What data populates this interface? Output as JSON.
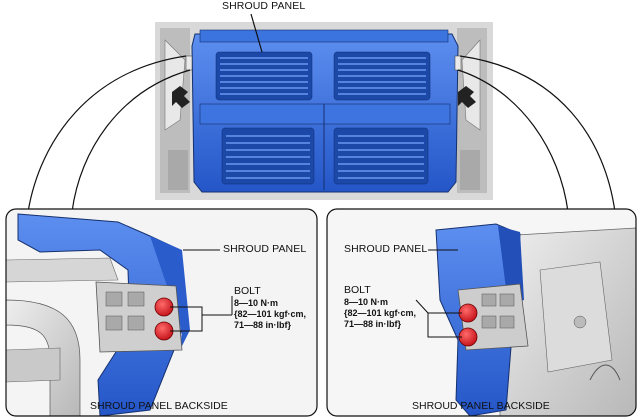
{
  "labels": {
    "top_shroud": "SHROUD PANEL",
    "left_shroud": "SHROUD PANEL",
    "right_shroud": "SHROUD PANEL",
    "left_bolt": "BOLT",
    "right_bolt": "BOLT",
    "left_caption": "SHROUD PANEL BACKSIDE",
    "right_caption": "SHROUD PANEL BACKSIDE"
  },
  "torque": {
    "line1": "8—10 N·m",
    "line2": "{82—101 kgf·cm,",
    "line3": "71—88 in·lbf}"
  },
  "colors": {
    "panel_blue": "#2f6de0",
    "bolt_red": "#e01b22",
    "frame_gray": "#cfcfcf"
  }
}
